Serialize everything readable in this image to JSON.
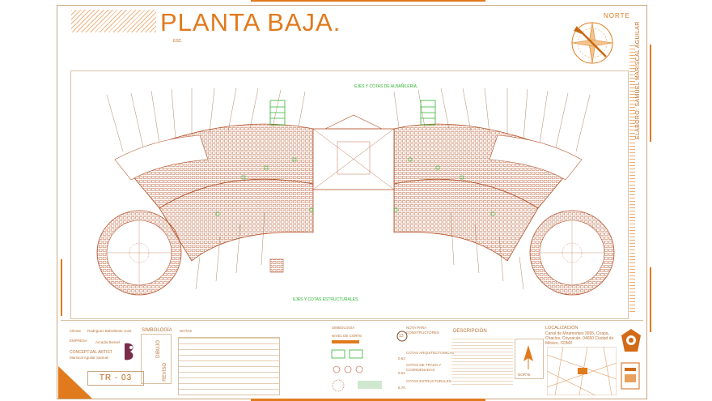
{
  "sheet": {
    "title": "PLANTA BAJA.",
    "scale_text": "ESC.",
    "north_label": "NORTE",
    "author": "ELABORÓ: SAMUEL MARISCAL AGUILAR"
  },
  "plan": {
    "top_label": "EJES Y COTAS DE ALBAÑILERIA.",
    "bottom_label": "EJES Y COTAS ESTRUCTURALES."
  },
  "title_block": {
    "client_label": "Cliente",
    "client_value": "Rodriguez Balseliente José",
    "company_label": "EMPRESA",
    "company_value": "Arcadia Bessel",
    "concept_label": "CONCEPTUAL ARTIST",
    "concept_value": "Mariscal Aguilar Samuel",
    "symbology_label": "SIMBOLOGÍA",
    "notes_label": "NOTAS",
    "sheet_code": "TR - 03",
    "vertical_a": "DIBUJÓ",
    "vertical_b": "REVISÓ",
    "legend_1": "SIMBOLOGÍA",
    "legend_2": "NIVEL DE CORTE",
    "legend_3": "NOTA PARA CONSTRUCTORES",
    "legend_4": "COTAS ARQUITECTONICAS",
    "legend_5": "COTAS DE TRAZO Y COORDENADAS",
    "legend_6": "COTAS ESTRUCTURALES",
    "legend_num_1": "0.62",
    "legend_num_2": "0.62",
    "legend_num_3": "8.70",
    "circle_num": "13",
    "description_label": "DESCRIPCIÓN",
    "location_label": "LOCALIZACIÓN",
    "location_text": "Canal de Miramontes 3695, Coapa, Chaclos, Coyoacán, 04650 Ciudad de México, CDMX",
    "north_small": "NORTE"
  },
  "colors": {
    "accent": "#e07a1c",
    "plan_lines": "#b5532a",
    "green": "#2fb52f"
  }
}
